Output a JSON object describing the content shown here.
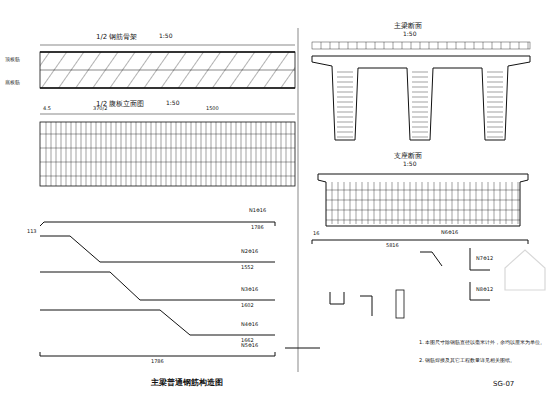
{
  "diagram": {
    "title": "主梁普通钢筋构造图",
    "labels": [
      "1/2 钢筋骨架",
      "1:50",
      "1/2 腹板立面图",
      "1:50",
      "主梁断面",
      "1:50",
      "支座断面",
      "1:50",
      "SG-07",
      "1. 本图尺寸除钢筋直径以毫米计外，余均以厘米为单位。",
      "2. 钢筋焊接及其它工程数量详见相关图纸。",
      "顶板筋",
      "底板筋",
      "4.5",
      "370/2",
      "1500",
      "113",
      "N1Φ16",
      "1786",
      "N2Φ16",
      "1552",
      "N3Φ16",
      "1602",
      "N4Φ16",
      "1662",
      "N5Φ16",
      "1786",
      "5816",
      "N6Φ16",
      "N7Φ12",
      "N8Φ12",
      "16"
    ]
  }
}
